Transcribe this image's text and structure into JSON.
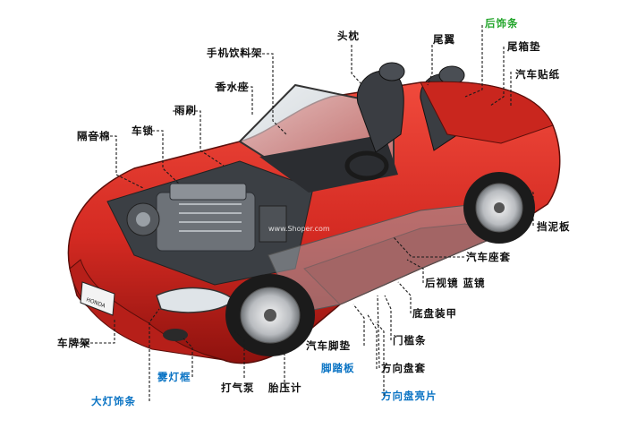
{
  "labels": {
    "headrest": "头枕",
    "rear_wing": "尾翼",
    "rear_trim": "后饰条",
    "trunk_mat": "尾箱垫",
    "car_sticker": "汽车贴纸",
    "phone_holder": "手机饮料架",
    "perfume_seat": "香水座",
    "wiper": "雨刷",
    "car_lock": "车锁",
    "sound_insulation": "隔音棉",
    "mudguard": "挡泥板",
    "seat_cover": "汽车座套",
    "mirror_blue": "后视镜 蓝镜",
    "chassis_armor": "底盘装甲",
    "door_sill": "门槛条",
    "floor_mat": "汽车脚垫",
    "pedal": "脚踏板",
    "steering_cover": "方向盘套",
    "steering_trim": "方向盘亮片",
    "license_frame": "车牌架",
    "fog_frame": "雾灯框",
    "headlight_trim": "大灯饰条",
    "air_pump": "打气泵",
    "tire_gauge": "胎压计"
  },
  "watermark": "www.Shoper.com",
  "badge": "HONDA",
  "colors": {
    "body_red": "#d42a22",
    "label_green": "#22a52a",
    "label_blue": "#0b74c4"
  }
}
